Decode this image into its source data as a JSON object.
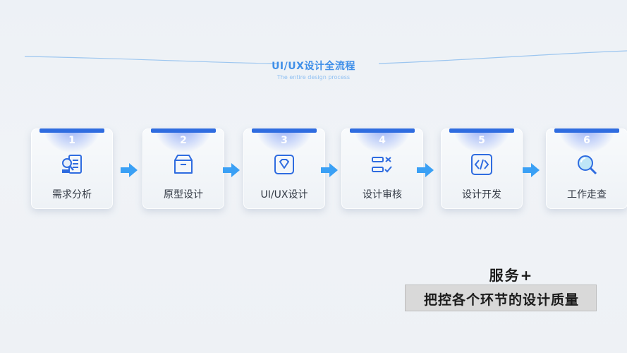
{
  "header": {
    "title": "UI/UX设计全流程",
    "subtitle": "The entire design process"
  },
  "steps": [
    {
      "number": "1",
      "label": "需求分析",
      "icon": "analysis-icon"
    },
    {
      "number": "2",
      "label": "原型设计",
      "icon": "prototype-box-icon"
    },
    {
      "number": "3",
      "label": "UI/UX设计",
      "icon": "design-diamond-icon"
    },
    {
      "number": "4",
      "label": "设计审核",
      "icon": "review-checklist-icon"
    },
    {
      "number": "5",
      "label": "设计开发",
      "icon": "code-icon"
    },
    {
      "number": "6",
      "label": "工作走查",
      "icon": "magnifier-icon"
    }
  ],
  "caption": {
    "title": "服务+",
    "text": "把控各个环节的设计质量"
  },
  "colors": {
    "accent": "#2f6ce0",
    "icon": "#2f6ce0",
    "arrow": "#3aa0f5",
    "title": "#3f8fe8"
  }
}
